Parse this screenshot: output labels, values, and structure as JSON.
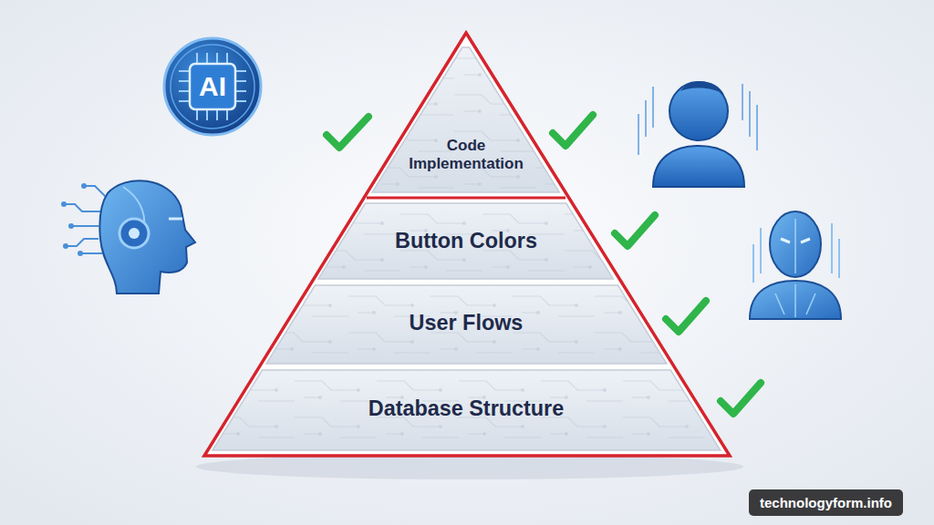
{
  "diagram": {
    "nodes": [
      {
        "text": [
          "AI"
        ]
      },
      {
        "text": [
          "Code Implementation"
        ]
      },
      {
        "text": [
          "Button Colors"
        ]
      },
      {
        "text": [
          "User Flows"
        ]
      },
      {
        "text": [
          "Database Structure"
        ]
      }
    ],
    "labels": [
      "technologyform.info"
    ]
  }
}
